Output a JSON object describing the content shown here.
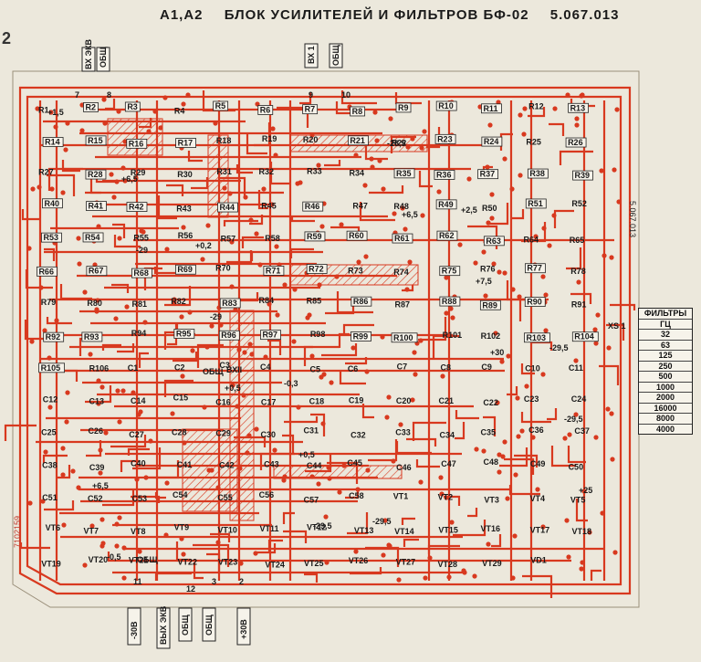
{
  "title": {
    "designators": "А1,А2",
    "name": "БЛОК УСИЛИТЕЛЕЙ И ФИЛЬТРОВ БФ-02",
    "code": "5.067.013"
  },
  "side_number": "2",
  "doc_number": "5.067.013",
  "stamp": "7102159",
  "filters": {
    "header1": "ФИЛЬТРЫ",
    "header2": "ГЦ",
    "values": [
      "32",
      "63",
      "125",
      "250",
      "500",
      "1000",
      "2000",
      "16000",
      "8000",
      "4000"
    ]
  },
  "connector_labels": {
    "vx_ekv": "ВХ ЭКВ",
    "obsh1": "ОБЩ",
    "vx1": "ВХ 1",
    "obsh2": "ОБЩ",
    "minus30": "-30В",
    "vyh_ekv": "ВЫХ ЭКВ",
    "obsh3": "ОБЩ",
    "obsh4": "ОБЩ",
    "plus30": "+30В"
  },
  "pads": {
    "p8": "8",
    "p7": "7",
    "p9": "9",
    "p10": "10",
    "p11": "11",
    "p12": "12",
    "p2": "2",
    "p3": "3",
    "xs1": "XS 1",
    "bx": "ВХII",
    "obsh_mid": "ОБЩ",
    "obsh_mid2": "ОБЩ"
  },
  "voltages": [
    "+1,5",
    "-29",
    "+0,5",
    "-29,5",
    "+6,5",
    "+30",
    "+25",
    "+6,5",
    "-29",
    "+0,5",
    "-28,5",
    "+7,5",
    "-29,5",
    "-0,5",
    "+0,2",
    "-0,3",
    "-29,5",
    "+2,5",
    "-29,5",
    "+6,5"
  ],
  "components": [
    "R1",
    "R2",
    "R3",
    "R4",
    "R5",
    "R6",
    "R7",
    "R8",
    "R9",
    "R10",
    "R11",
    "R12",
    "R13",
    "R14",
    "R15",
    "R16",
    "R17",
    "R18",
    "R19",
    "R20",
    "R21",
    "R22",
    "R23",
    "R24",
    "R25",
    "R26",
    "R27",
    "R28",
    "R29",
    "R30",
    "R31",
    "R32",
    "R33",
    "R34",
    "R35",
    "R36",
    "R37",
    "R38",
    "R39",
    "R40",
    "R41",
    "R42",
    "R43",
    "R44",
    "R45",
    "R46",
    "R47",
    "R48",
    "R49",
    "R50",
    "R51",
    "R52",
    "R53",
    "R54",
    "R55",
    "R56",
    "R57",
    "R58",
    "R59",
    "R60",
    "R61",
    "R62",
    "R63",
    "R64",
    "R65",
    "R66",
    "R67",
    "R68",
    "R69",
    "R70",
    "R71",
    "R72",
    "R73",
    "R74",
    "R75",
    "R76",
    "R77",
    "R78",
    "R79",
    "R80",
    "R81",
    "R82",
    "R83",
    "R84",
    "R85",
    "R86",
    "R87",
    "R88",
    "R89",
    "R90",
    "R91",
    "R92",
    "R93",
    "R94",
    "R95",
    "R96",
    "R97",
    "R98",
    "R99",
    "R100",
    "R101",
    "R102",
    "R103",
    "R104",
    "R105",
    "R106",
    "C1",
    "C2",
    "C3",
    "C4",
    "C5",
    "C6",
    "C7",
    "C8",
    "C9",
    "C10",
    "C11",
    "C12",
    "C13",
    "C14",
    "C15",
    "C16",
    "C17",
    "C18",
    "C19",
    "C20",
    "C21",
    "C22",
    "C23",
    "C24",
    "C25",
    "C26",
    "C27",
    "C28",
    "C29",
    "C30",
    "C31",
    "C32",
    "C33",
    "C34",
    "C35",
    "C36",
    "C37",
    "C38",
    "C39",
    "C40",
    "C41",
    "C42",
    "C43",
    "C44",
    "C45",
    "C46",
    "C47",
    "C48",
    "C49",
    "C50",
    "C51",
    "C52",
    "C53",
    "C54",
    "C55",
    "C56",
    "C57",
    "C58",
    "VT1",
    "VT2",
    "VT3",
    "VT4",
    "VT5",
    "VT6",
    "VT7",
    "VT8",
    "VT9",
    "VT10",
    "VT11",
    "VT12",
    "VT13",
    "VT14",
    "VT15",
    "VT16",
    "VT17",
    "VT18",
    "VT19",
    "VT20",
    "VT21",
    "VT22",
    "VT23",
    "VT24",
    "VT25",
    "VT26",
    "VT27",
    "VT28",
    "VT29",
    "VD1"
  ]
}
